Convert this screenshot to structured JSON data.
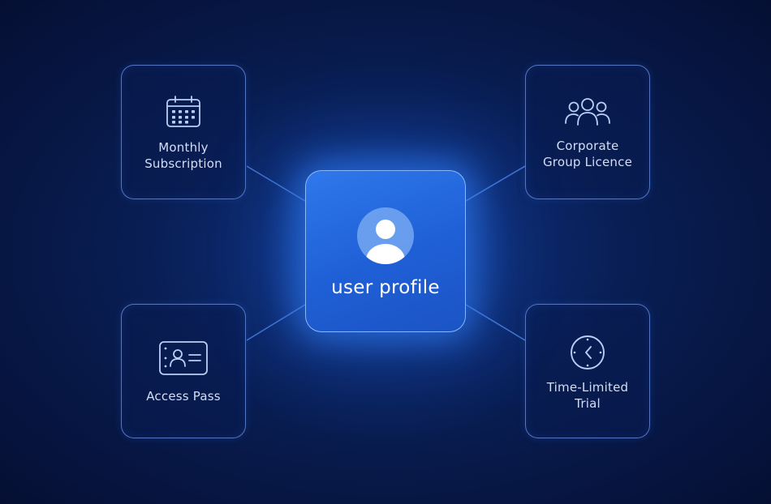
{
  "hub": {
    "label": "user profile",
    "icon": "user-avatar-icon"
  },
  "nodes": {
    "monthly": {
      "line1": "Monthly",
      "line2": "Subscription",
      "icon": "calendar-icon"
    },
    "corporate": {
      "line1": "Corporate",
      "line2": "Group Licence",
      "icon": "group-users-icon"
    },
    "access": {
      "line1": "Access Pass",
      "icon": "id-card-icon"
    },
    "trial": {
      "line1": "Time-Limited",
      "line2": "Trial",
      "icon": "clock-icon"
    }
  },
  "colors": {
    "background": "#081b4d",
    "hub_fill": "#2566de",
    "card_border": "#6e96eb",
    "connector": "#4f86e8",
    "text": "#d3def5"
  }
}
